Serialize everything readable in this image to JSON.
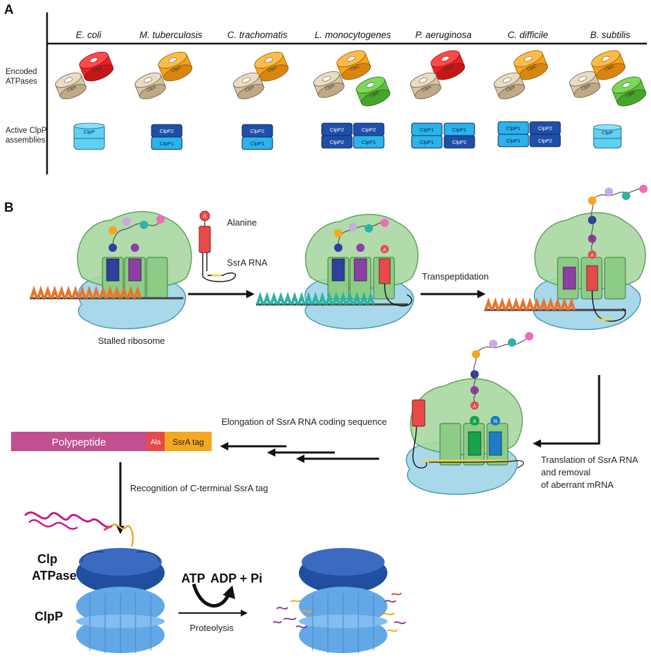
{
  "panel_labels": {
    "a": "A",
    "b": "B"
  },
  "panel_a": {
    "species": [
      "E. coli",
      "M. tuberculosis",
      "C. trachomatis",
      "L. monocytogenes",
      "P. aeruginosa",
      "C. difficile",
      "B. subtilis"
    ],
    "row_labels": {
      "atpases_line1": "Encoded",
      "atpases_line2": "ATPases",
      "clpp_line1": "Active ClpP",
      "clpp_line2": "assemblies"
    },
    "atpase_labels": {
      "clpx": "ClpX",
      "clpa": "ClpA",
      "clpc": "ClpC",
      "clpe": "ClpE"
    },
    "clpp_labels": {
      "clpp": "ClpP",
      "clpp1": "ClpP1",
      "clpp2": "ClpP2"
    },
    "colors": {
      "clpx": "#d8c5a8",
      "clpa": "#ee2020",
      "clpc": "#f7a21b",
      "clpe": "#5cc23a",
      "clpp_light": "#5fd0f2",
      "clpp1": "#2bb3ea",
      "clpp2": "#1f4fa8"
    }
  },
  "panel_b": {
    "labels": {
      "alanine": "Alanine",
      "ssra_rna": "SsrA RNA",
      "stalled": "Stalled ribosome",
      "transpeptidation": "Transpeptidation",
      "translation_1": "Translation of SsrA RNA",
      "translation_2": "and removal",
      "translation_3": "of aberrant mRNA",
      "elongation": "Elongation of SsrA RNA coding sequence",
      "recognition": "Recognition of C-terminal SsrA tag",
      "clp_1": "Clp",
      "clp_2": "ATPase",
      "clpp": "ClpP",
      "atp": "ATP",
      "adp": "ADP + Pi",
      "proteolysis": "Proteolysis"
    },
    "tag_bar": {
      "polypeptide": "Polypeptide",
      "ala": "Ala",
      "ssra_tag": "SsrA tag"
    },
    "residue_letters": {
      "a": "A",
      "n": "N"
    },
    "colors": {
      "ribosome_large": "#a9d8a3",
      "ribosome_small": "#a8d8ea",
      "polypeptide": "#c0508f",
      "ala": "#e84a4a",
      "ssra_tag": "#f5a623",
      "trna_blue": "#2e3f9e",
      "trna_purple": "#8e3fa4",
      "trna_red": "#e84a4a"
    }
  }
}
